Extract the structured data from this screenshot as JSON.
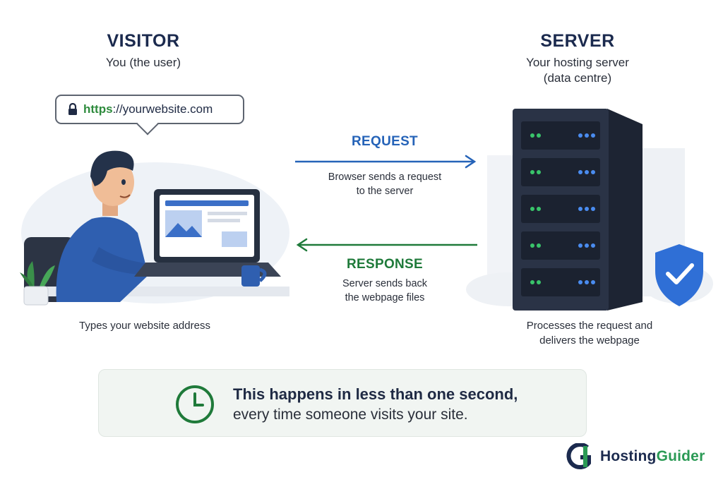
{
  "visitor": {
    "title": "VISITOR",
    "subtitle": "You (the user)",
    "url_scheme": "https",
    "url_rest": "://yourwebsite.com",
    "caption": "Types your website address"
  },
  "server": {
    "title": "SERVER",
    "subtitle_line1": "Your hosting server",
    "subtitle_line2": "(data centre)",
    "caption_line1": "Processes the request and",
    "caption_line2": "delivers the webpage"
  },
  "request": {
    "title": "REQUEST",
    "desc_line1": "Browser sends a request",
    "desc_line2": "to the server",
    "color": "#2563b8"
  },
  "response": {
    "title": "RESPONSE",
    "desc_line1": "Server sends back",
    "desc_line2": "the webpage files",
    "color": "#1f7a3a"
  },
  "banner": {
    "line1": "This happens in less than one second,",
    "line2": "every time someone visits your site."
  },
  "brand": {
    "name_part1": "Hosting",
    "name_part2": "Guider"
  },
  "icons": [
    "lock-icon",
    "clock-icon",
    "shield-check-icon",
    "brand-logo-icon"
  ]
}
